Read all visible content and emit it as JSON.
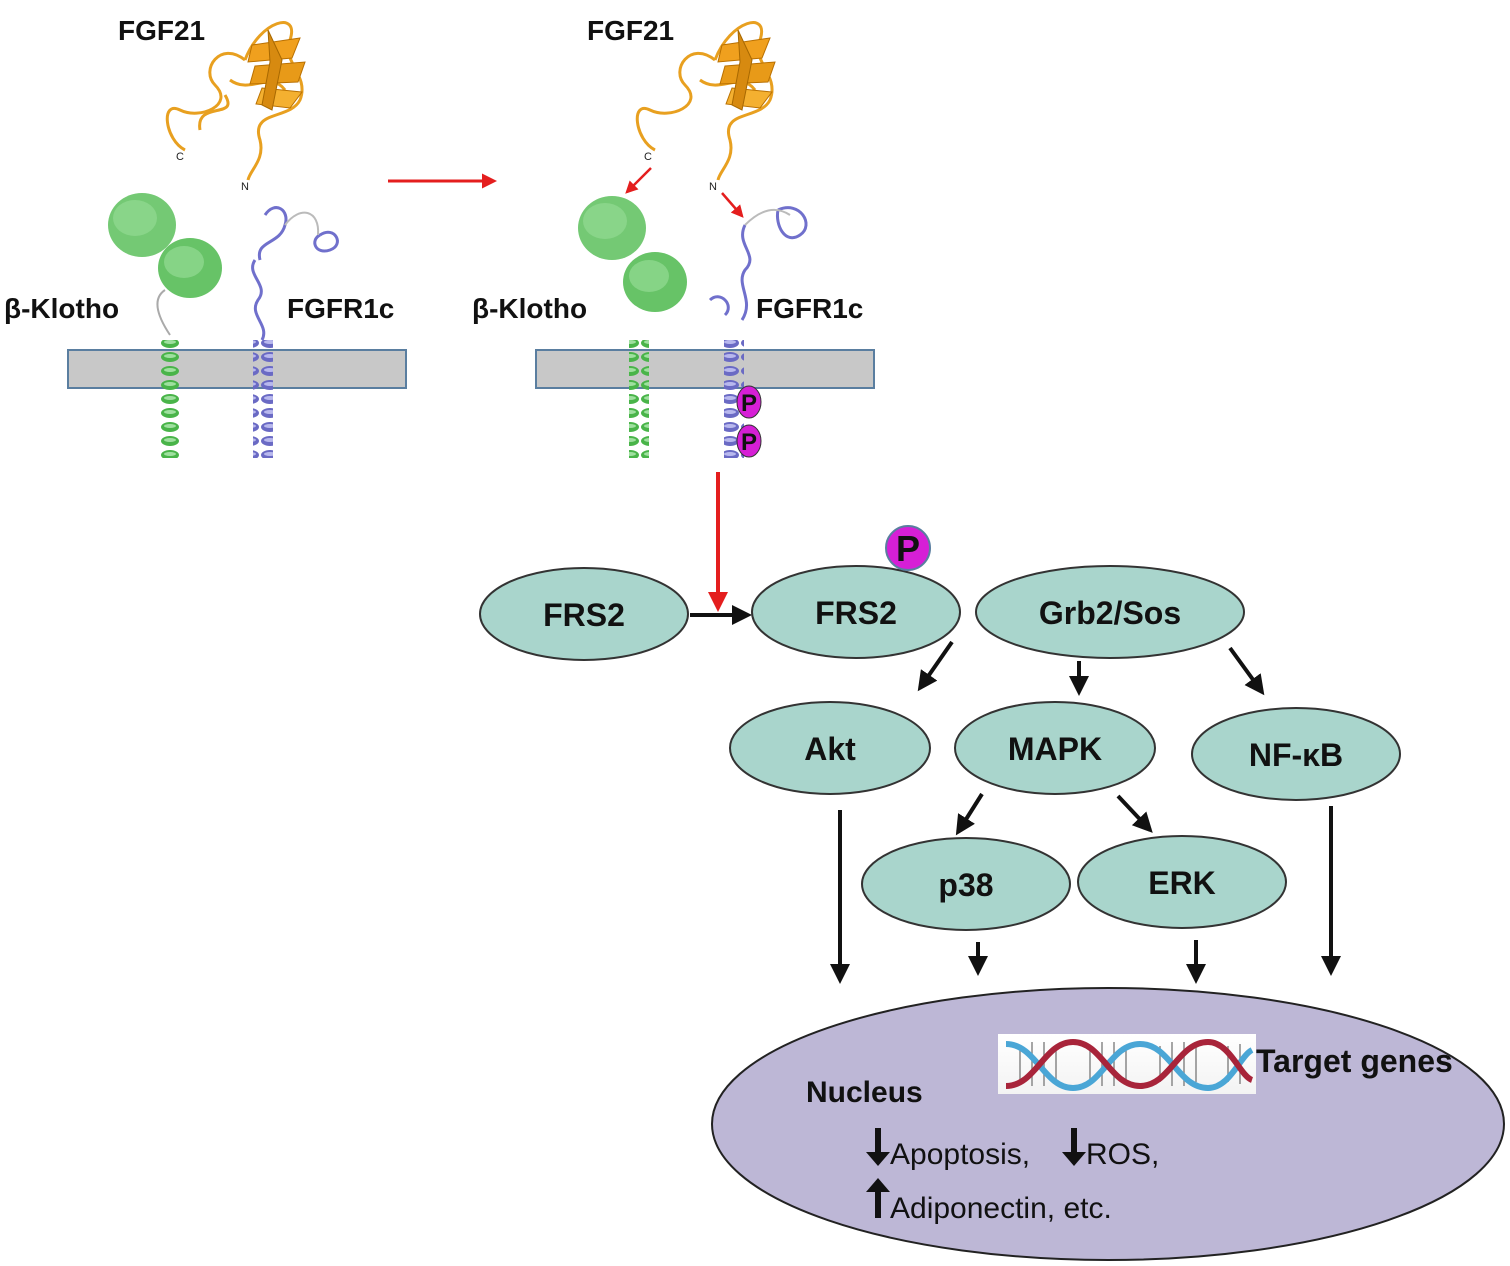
{
  "left_panel": {
    "ligand": "FGF21",
    "coreceptor": "β-Klotho",
    "receptor": "FGFR1c",
    "c_term": "C",
    "n_term": "N"
  },
  "right_panel": {
    "ligand": "FGF21",
    "coreceptor": "β-Klotho",
    "receptor": "FGFR1c",
    "c_term": "C",
    "n_term": "N",
    "phospho": [
      "P",
      "P"
    ]
  },
  "pathway": {
    "frs2_inactive": "FRS2",
    "frs2_active": "FRS2",
    "frs2_phospho": "P",
    "grb2": "Grb2/Sos",
    "akt": "Akt",
    "mapk": "MAPK",
    "nfkb": "NF-κB",
    "p38": "p38",
    "erk": "ERK"
  },
  "nucleus": {
    "label": "Nucleus",
    "target_genes": "Target genes",
    "line1_a": "Apoptosis,",
    "line1_b": "ROS,",
    "line2": "Adiponectin, etc."
  },
  "colors": {
    "node_fill": "#a9d5cc",
    "nucleus_fill": "#bdb7d6",
    "membrane": "#c8c8c8",
    "phospho": "#d61fd6",
    "red_arrow": "#e41e1e",
    "klotho": "#4cb84c",
    "fgfr": "#6f6fc8",
    "fgf21": "#f0a01e"
  }
}
